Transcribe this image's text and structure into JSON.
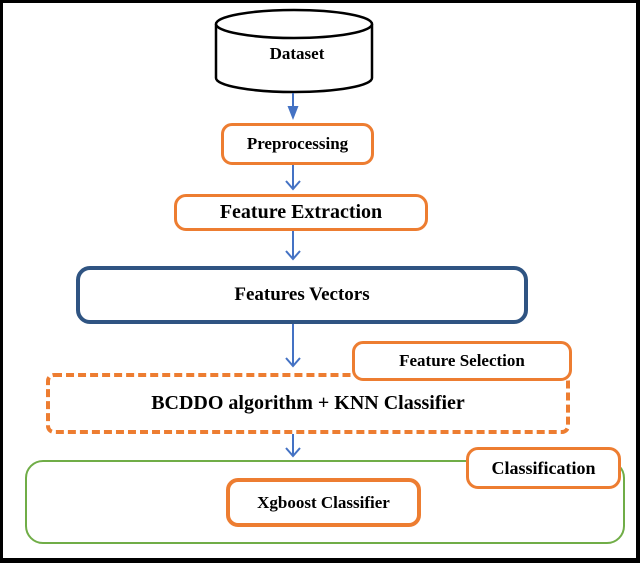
{
  "diagram": {
    "type": "flowchart",
    "nodes": {
      "dataset": {
        "label": "Dataset",
        "shape": "cylinder",
        "border_color": "#000000"
      },
      "preprocessing": {
        "label": "Preprocessing",
        "shape": "rounded-rect",
        "border_color": "#ED7D31"
      },
      "feature_extraction": {
        "label": "Feature Extraction",
        "shape": "rounded-rect",
        "border_color": "#ED7D31"
      },
      "features_vectors": {
        "label": "Features Vectors",
        "shape": "rounded-rect",
        "border_color": "#2F5482"
      },
      "feature_selection": {
        "label": "Feature Selection",
        "shape": "rounded-rect",
        "border_color": "#ED7D31",
        "role": "stage-tag"
      },
      "bcddo_knn": {
        "label": "BCDDO algorithm + KNN Classifier",
        "shape": "rounded-rect",
        "border_style": "dashed",
        "border_color": "#ED7D31"
      },
      "classification": {
        "label": "Classification",
        "shape": "rounded-rect",
        "border_color": "#ED7D31",
        "role": "stage-tag"
      },
      "classification_group": {
        "label": "",
        "shape": "rounded-rect",
        "border_color": "#70AD47",
        "role": "container"
      },
      "xgboost": {
        "label": "Xgboost Classifier",
        "shape": "rounded-rect",
        "border_color": "#ED7D31"
      }
    },
    "edges": [
      {
        "from": "dataset",
        "to": "preprocessing",
        "arrowhead": "filled"
      },
      {
        "from": "preprocessing",
        "to": "feature_extraction",
        "arrowhead": "open"
      },
      {
        "from": "feature_extraction",
        "to": "features_vectors",
        "arrowhead": "open"
      },
      {
        "from": "features_vectors",
        "to": "bcddo_knn",
        "arrowhead": "open"
      },
      {
        "from": "bcddo_knn",
        "to": "classification_group",
        "arrowhead": "open"
      }
    ],
    "colors": {
      "accent_orange": "#ED7D31",
      "accent_dark_blue": "#2F5482",
      "accent_green": "#70AD47",
      "arrow_blue": "#4472C4",
      "frame_black": "#000000"
    }
  }
}
